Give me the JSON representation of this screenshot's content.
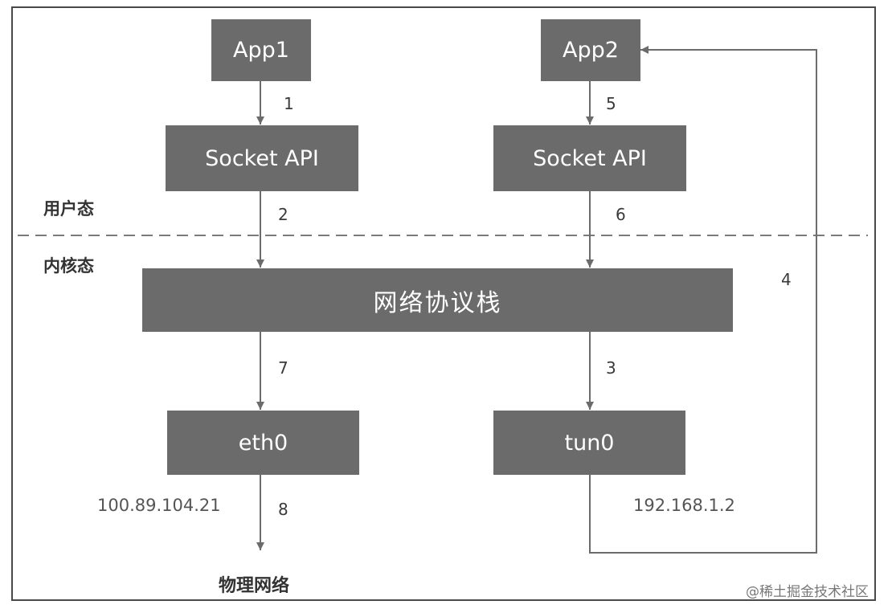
{
  "boxes": {
    "app1": "App1",
    "app2": "App2",
    "socket_left": "Socket API",
    "socket_right": "Socket API",
    "stack": "网络协议栈",
    "eth0": "eth0",
    "tun0": "tun0"
  },
  "regions": {
    "user": "用户态",
    "kernel": "内核态"
  },
  "steps": [
    "1",
    "2",
    "3",
    "4",
    "5",
    "6",
    "7",
    "8"
  ],
  "ips": {
    "eth0": "100.89.104.21",
    "tun0": "192.168.1.2"
  },
  "bottom_label": "物理网络",
  "watermark": "@稀土掘金技术社区",
  "colors": {
    "box": "#6b6b6b",
    "line": "#6b6b6b",
    "text": "#3a3a3a"
  }
}
